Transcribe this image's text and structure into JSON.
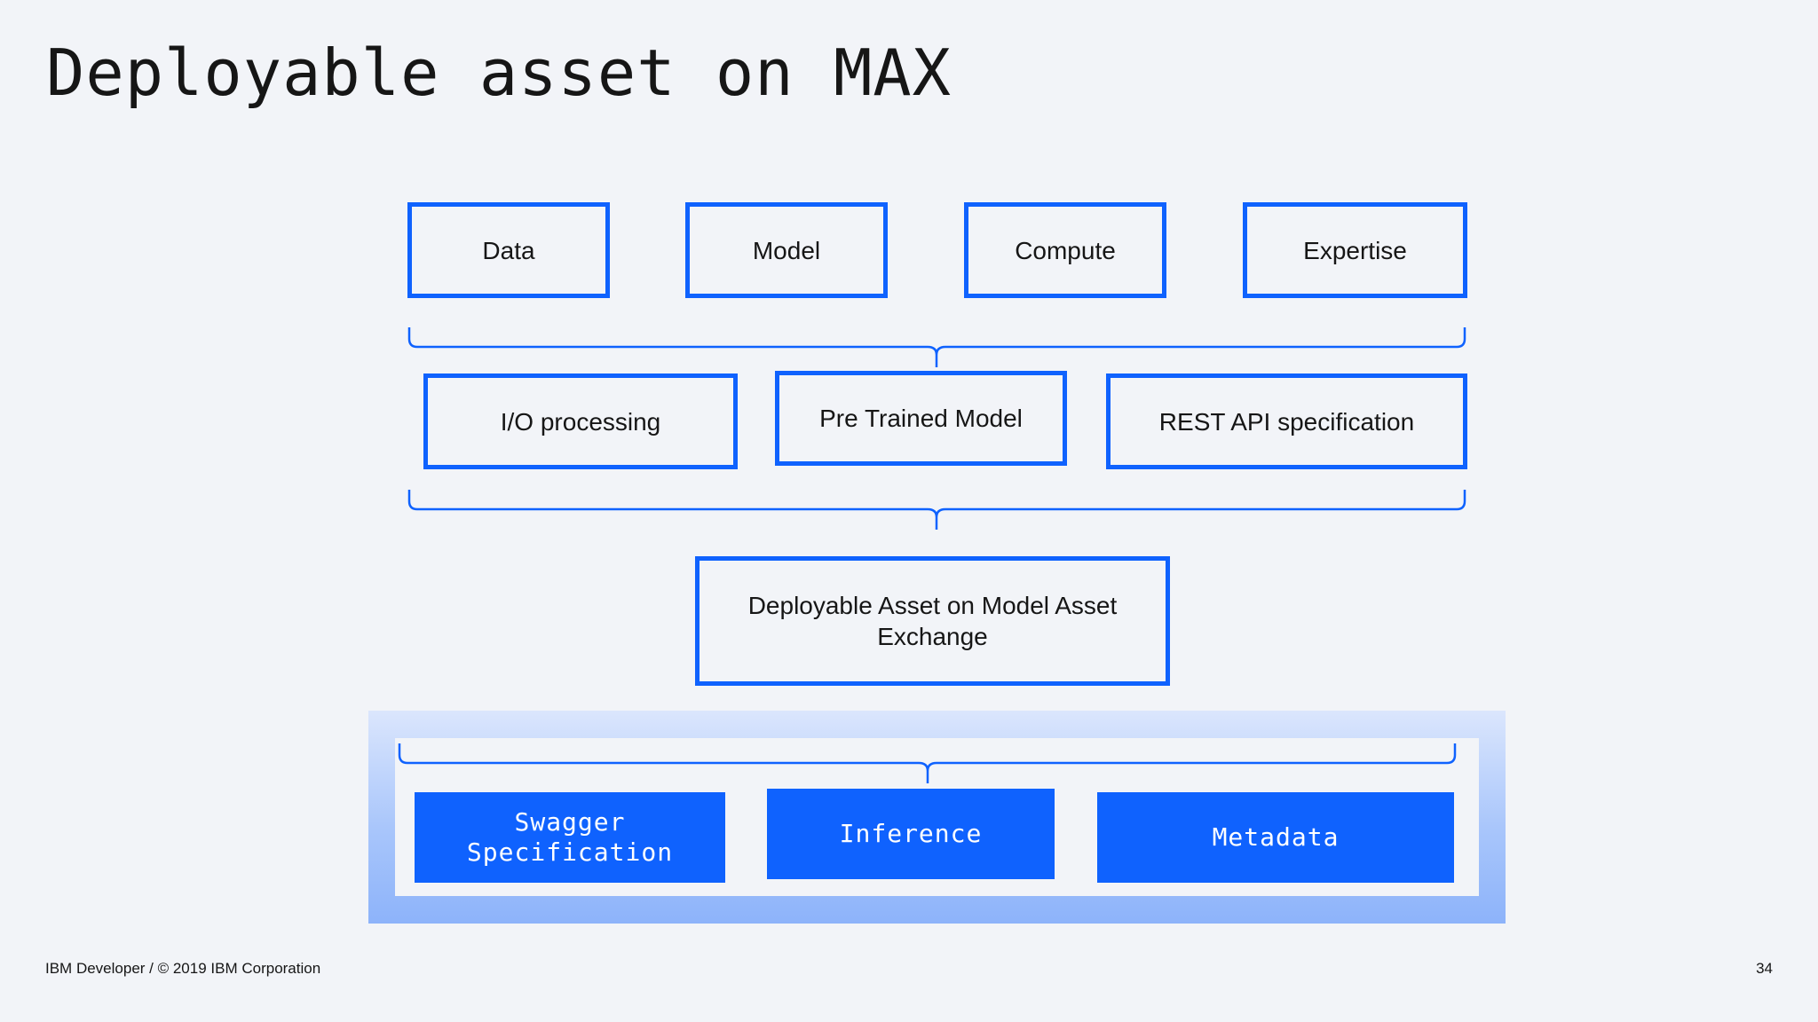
{
  "slide": {
    "title": "Deployable asset on MAX",
    "footer_left": "IBM Developer / © 2019 IBM Corporation",
    "page_number": "34"
  },
  "diagram": {
    "inputs": [
      "Data",
      "Model",
      "Compute",
      "Expertise"
    ],
    "components": [
      "I/O processing",
      "Pre Trained Model",
      "REST API specification"
    ],
    "result_line1": "Deployable Asset on Model Asset",
    "result_line2": "Exchange",
    "outputs": {
      "swagger_line1": "Swagger",
      "swagger_line2": "Specification",
      "inference": "Inference",
      "metadata": "Metadata"
    }
  },
  "colors": {
    "accent": "#0f62fe",
    "background": "#f2f4f8",
    "text": "#161616"
  }
}
